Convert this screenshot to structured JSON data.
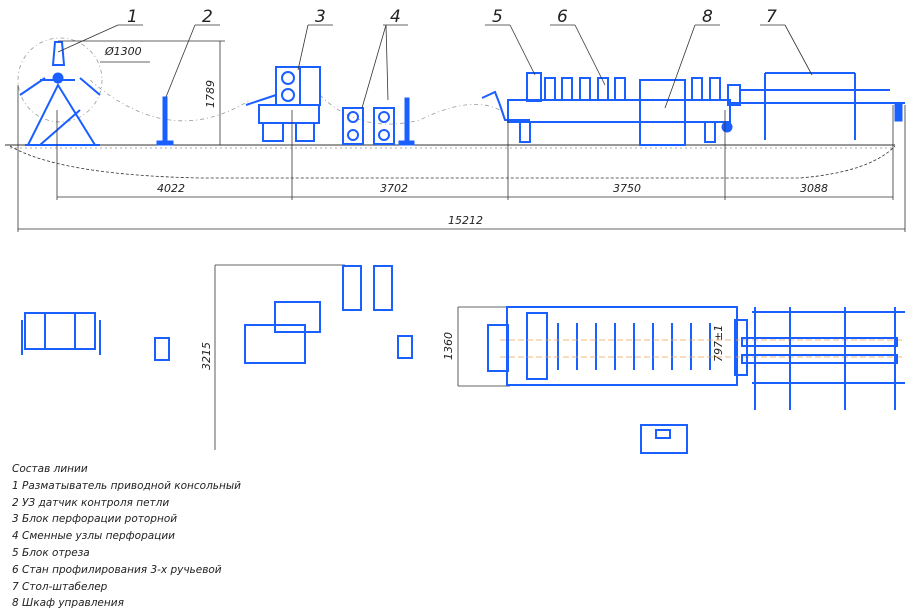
{
  "callouts": [
    "1",
    "2",
    "3",
    "4",
    "5",
    "6",
    "8",
    "7"
  ],
  "dimensions": {
    "diameter": "Ø1300",
    "height": "1789",
    "seg1": "4022",
    "seg2": "3702",
    "seg3": "3750",
    "seg4": "3088",
    "total": "15212",
    "plan_width": "3215",
    "mill_width": "1360",
    "gauge": "797±1"
  },
  "legend": {
    "title": "Состав линии",
    "items": [
      "1 Разматыватель приводной консольный",
      "2 УЗ датчик контроля петли",
      "3 Блок перфорации роторной",
      "4 Сменные узлы перфорации",
      "5 Блок отреза",
      "6 Стан профилирования 3-х ручьевой",
      "7 Стол-штабелер",
      "8 Шкаф управления"
    ]
  },
  "colors": {
    "machine": "#1a5fff",
    "lines": "#333333"
  }
}
